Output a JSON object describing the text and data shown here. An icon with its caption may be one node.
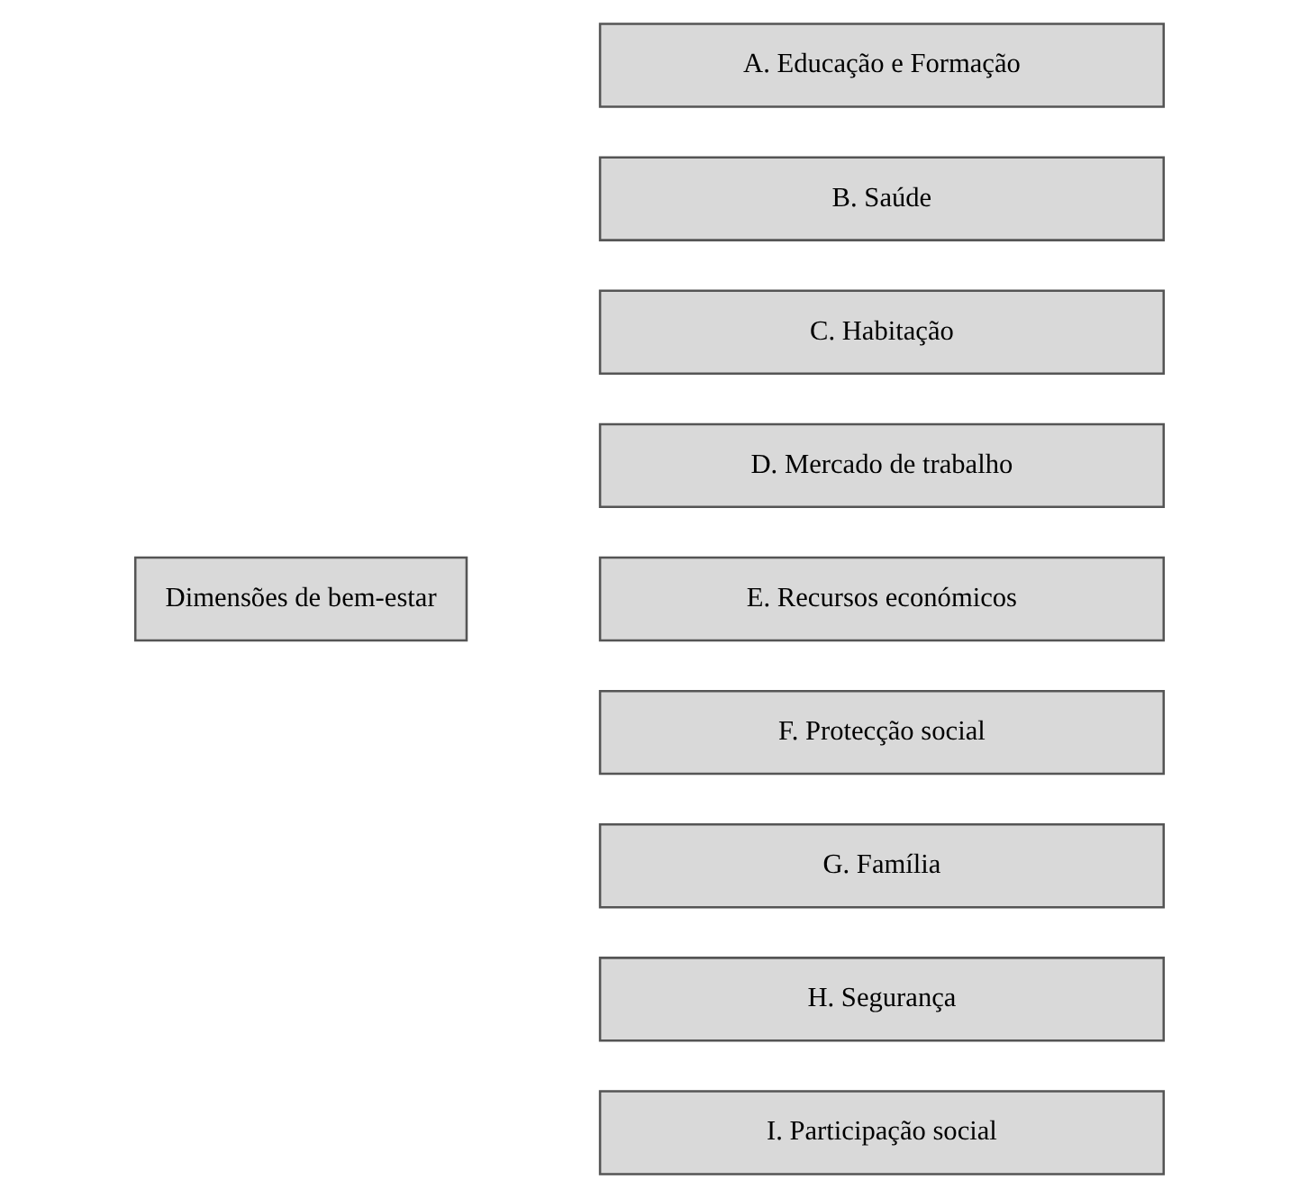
{
  "diagram": {
    "nodes": [
      {
        "text": [
          "Dimensões de bem-estar"
        ]
      },
      {
        "text": [
          "A. Educação e Formação"
        ]
      },
      {
        "text": [
          "B. Saúde"
        ]
      },
      {
        "text": [
          "C. Habitação"
        ]
      },
      {
        "text": [
          "D. Mercado de trabalho"
        ]
      },
      {
        "text": [
          "E. Recursos económicos"
        ]
      },
      {
        "text": [
          "F. Protecção social"
        ]
      },
      {
        "text": [
          "G. Família"
        ]
      },
      {
        "text": [
          "H. Segurança"
        ]
      },
      {
        "text": [
          "I. Participação social"
        ]
      }
    ]
  }
}
